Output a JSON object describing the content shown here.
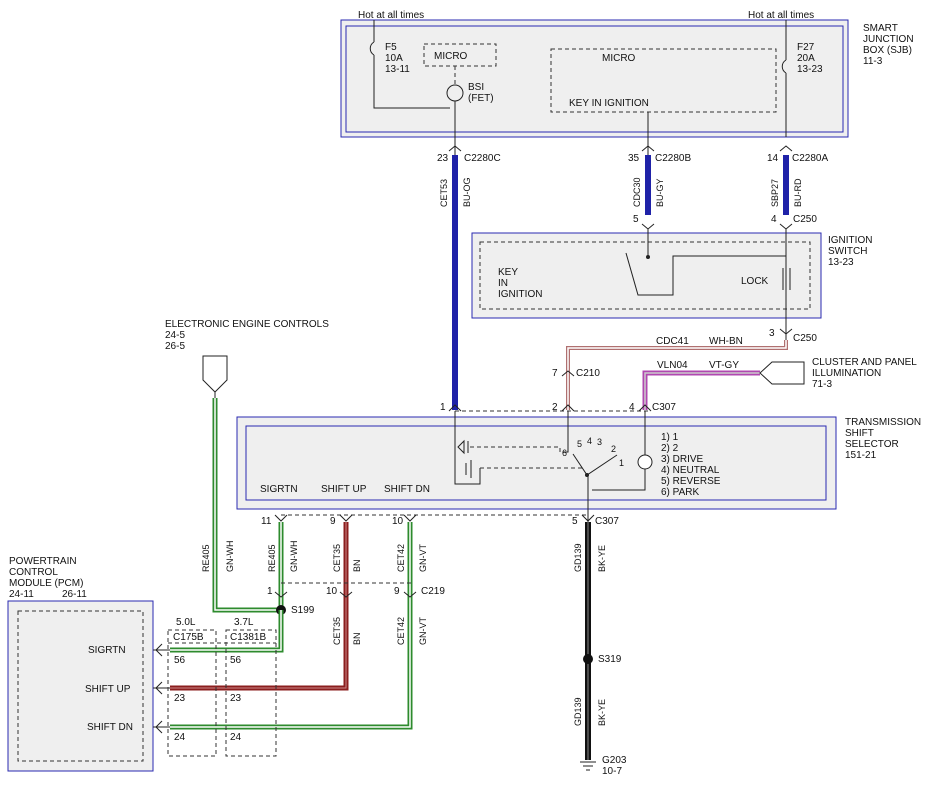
{
  "colors": {
    "module_border": "#2a2ab0",
    "module_fill": "#efefef",
    "wire_blue": "#1f22a8",
    "wire_green": "#2e8b2e",
    "wire_brown": "#8b1e1e",
    "wire_black": "#111111",
    "wire_violet": "#b048b0",
    "wire_white_brown": "#b07070"
  },
  "sjb": {
    "hot1": "Hot at all times",
    "hot2": "Hot at all times",
    "title": [
      "SMART",
      "JUNCTION",
      "BOX (SJB)",
      "11-3"
    ],
    "f5": [
      "F5",
      "10A",
      "13-11"
    ],
    "f27": [
      "F27",
      "20A",
      "13-23"
    ],
    "micro1": "MICRO",
    "micro2": "MICRO",
    "key_in_ignition": "KEY IN IGNITION",
    "bsi": [
      "BSI",
      "(FET)"
    ]
  },
  "connectors_top": {
    "c23_pin": "23",
    "c23": "C2280C",
    "c35_pin": "35",
    "c35": "C2280B",
    "c14_pin": "14",
    "c14": "C2280A",
    "w1_circuit": "CET53",
    "w1_color": "BU-OG",
    "w2_circuit": "CDC30",
    "w2_color": "BU-GY",
    "w3_circuit": "SBP27",
    "w3_color": "BU-RD",
    "c5_pin": "5",
    "c4_pin": "4",
    "c250a": "C250"
  },
  "ignition": {
    "title": [
      "IGNITION",
      "SWITCH",
      "13-23"
    ],
    "key": [
      "KEY",
      "IN",
      "IGNITION"
    ],
    "lock": "LOCK",
    "pin3": "3",
    "c250b": "C250"
  },
  "mid": {
    "cdc41": "CDC41",
    "wh_bn": "WH-BN",
    "vln04": "VLN04",
    "vt_gy": "VT-GY",
    "cluster": [
      "CLUSTER AND PANEL",
      "ILLUMINATION",
      "71-3"
    ],
    "pin7": "7",
    "c210": "C210",
    "pin1": "1",
    "pin2": "2",
    "pin4": "4",
    "c307": "C307"
  },
  "eec": {
    "title": "ELECTRONIC ENGINE CONTROLS",
    "ref1": "24-5",
    "ref2": "26-5"
  },
  "tss": {
    "title": [
      "TRANSMISSION",
      "SHIFT",
      "SELECTOR",
      "151-21"
    ],
    "sigrtn": "SIGRTN",
    "shift_up": "SHIFT UP",
    "shift_dn": "SHIFT DN",
    "positions": [
      "1) 1",
      "2) 2",
      "3) DRIVE",
      "4) NEUTRAL",
      "5) REVERSE",
      "6) PARK"
    ],
    "pos_nums": [
      "5",
      "4",
      "3",
      "2",
      "6",
      "1"
    ]
  },
  "lower": {
    "p11": "11",
    "p9": "9",
    "p10": "10",
    "p5": "5",
    "c307": "C307",
    "re405a": "RE405",
    "gnwh_a": "GN-WH",
    "re405b": "RE405",
    "gnwh_b": "GN-WH",
    "cet35a": "CET35",
    "bn_a": "BN",
    "cet42a": "CET42",
    "gnvt_a": "GN-VT",
    "gd139a": "GD139",
    "bkye_a": "BK-YE",
    "p1": "1",
    "p10b": "10",
    "p9b": "9",
    "c219": "C219",
    "s199": "S199",
    "cet35b": "CET35",
    "bn_b": "BN",
    "cet42b": "CET42",
    "gnvt_b": "GN-VT",
    "s319": "S319",
    "gd139b": "GD139",
    "bkye_b": "BK-YE",
    "g203": "G203",
    "g203_ref": "10-7"
  },
  "pcm": {
    "title": [
      "POWERTRAIN",
      "CONTROL",
      "MODULE (PCM)"
    ],
    "ref1": "24-11",
    "ref2": "26-11",
    "sigrtn": "SIGRTN",
    "shift_up": "SHIFT UP",
    "shift_dn": "SHIFT DN",
    "v50": "5.0L",
    "v37": "3.7L",
    "c175b": "C175B",
    "c1381b": "C1381B",
    "pins_a": [
      "56",
      "23",
      "24"
    ],
    "pins_b": [
      "56",
      "23",
      "24"
    ]
  }
}
